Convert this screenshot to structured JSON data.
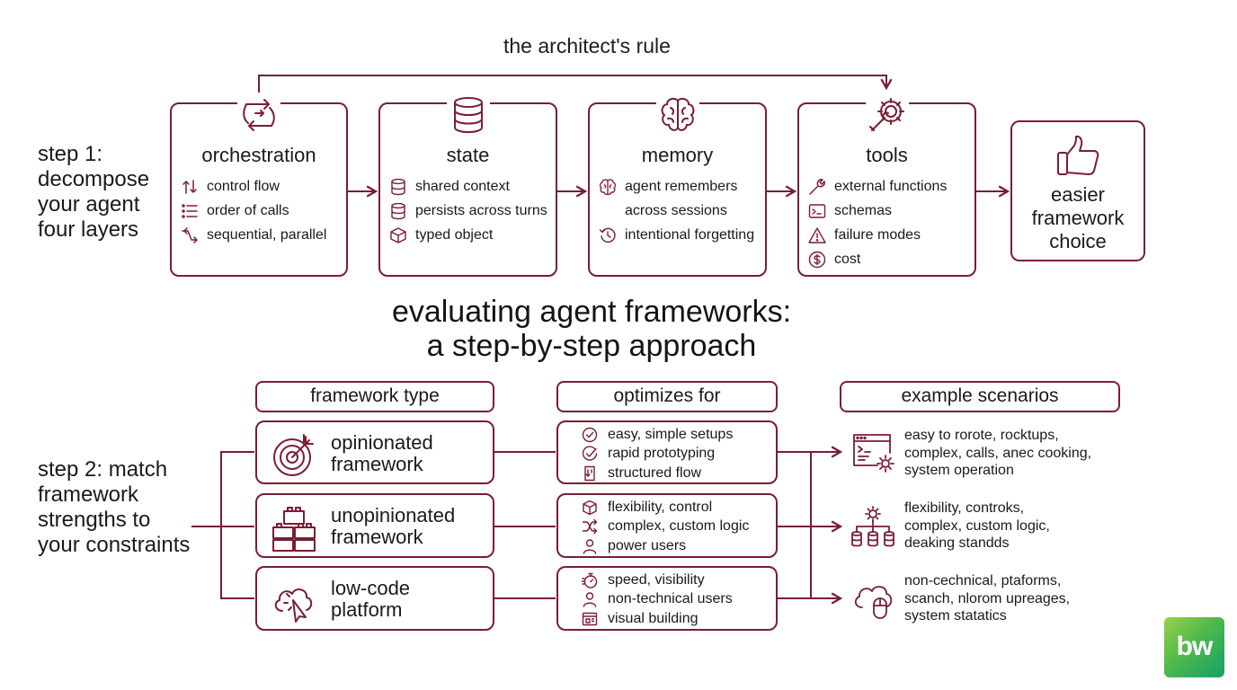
{
  "caption": "the architect's rule",
  "step1": {
    "label_lines": [
      "step 1:",
      "decompose",
      "your agent",
      "four layers"
    ]
  },
  "layers": [
    {
      "icon": "cycle-arrows-icon",
      "heading": "orchestration",
      "items": [
        {
          "icon": "swap-arrows-icon",
          "text": "control flow"
        },
        {
          "icon": "list-icon",
          "text": "order of calls"
        },
        {
          "icon": "split-arrows-icon",
          "text": "sequential, parallel"
        }
      ]
    },
    {
      "icon": "database-icon",
      "heading": "state",
      "items": [
        {
          "icon": "database-icon",
          "text": "shared context"
        },
        {
          "icon": "database-icon",
          "text": "persists across turns"
        },
        {
          "icon": "cube-icon",
          "text": "typed object"
        }
      ]
    },
    {
      "icon": "brain-icon",
      "heading": "memory",
      "items": [
        {
          "icon": "brain-icon",
          "text": "agent remembers"
        },
        {
          "icon": "",
          "text": "across sessions"
        },
        {
          "icon": "history-icon",
          "text": "intentional forgetting"
        }
      ]
    },
    {
      "icon": "gear-wrench-icon",
      "heading": "tools",
      "items": [
        {
          "icon": "wrench-icon",
          "text": "external functions"
        },
        {
          "icon": "terminal-icon",
          "text": "schemas"
        },
        {
          "icon": "warning-icon",
          "text": "failure modes"
        },
        {
          "icon": "dollar-icon",
          "text": "cost"
        }
      ]
    }
  ],
  "result": {
    "icon": "thumbs-up-icon",
    "lines": [
      "easier",
      "framework",
      "choice"
    ]
  },
  "title_lines": [
    "evaluating agent frameworks:",
    "a step-by-step approach"
  ],
  "step2": {
    "label_lines": [
      "step 2: match",
      "framework",
      "strengths to",
      "your constraints"
    ]
  },
  "columns": {
    "type": "framework type",
    "optimizes": "optimizes for",
    "scenarios": "example scenarios"
  },
  "frameworks": [
    {
      "icon": "target-icon",
      "name_lines": [
        "opinionated",
        "framework"
      ],
      "optimizes": [
        {
          "icon": "check-circle-icon",
          "text": "easy, simple setups"
        },
        {
          "icon": "check-badge-icon",
          "text": "rapid prototyping"
        },
        {
          "icon": "flow-doc-icon",
          "text": "structured flow"
        }
      ],
      "scenario_icon": "browser-gear-icon",
      "scenario_lines": [
        "easy to rorote, rocktups,",
        "complex, calls, anec cooking,",
        "system operation"
      ]
    },
    {
      "icon": "blocks-icon",
      "name_lines": [
        "unopinionated",
        "framework"
      ],
      "optimizes": [
        {
          "icon": "cube-icon",
          "text": "flexibility, control"
        },
        {
          "icon": "shuffle-icon",
          "text": "complex, custom logic"
        },
        {
          "icon": "user-icon",
          "text": "power users"
        }
      ],
      "scenario_icon": "hierarchy-db-icon",
      "scenario_lines": [
        "flexibility, controks,",
        "complex, custom logic,",
        "deaking standds"
      ]
    },
    {
      "icon": "cloud-cursor-icon",
      "name_lines": [
        "low-code",
        "platform"
      ],
      "optimizes": [
        {
          "icon": "stopwatch-icon",
          "text": "speed, visibility"
        },
        {
          "icon": "user-icon",
          "text": "non-technical users"
        },
        {
          "icon": "window-icon",
          "text": "visual building"
        }
      ],
      "scenario_icon": "cloud-mouse-icon",
      "scenario_lines": [
        "non-cechnical, ptaforms,",
        "scanch, nlorom upreages,",
        "system statatics"
      ]
    }
  ],
  "logo_text": "bw",
  "colors": {
    "accent": "#7a1d32",
    "text": "#1a1a1a",
    "logo_green": "#4fb94a"
  }
}
